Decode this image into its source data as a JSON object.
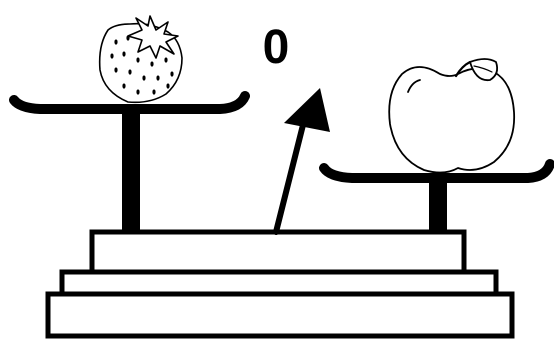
{
  "scale": {
    "reading": "0",
    "left_pan_item": "strawberry",
    "right_pan_item": "apple"
  },
  "colors": {
    "ink": "#000000",
    "paper": "#ffffff"
  }
}
